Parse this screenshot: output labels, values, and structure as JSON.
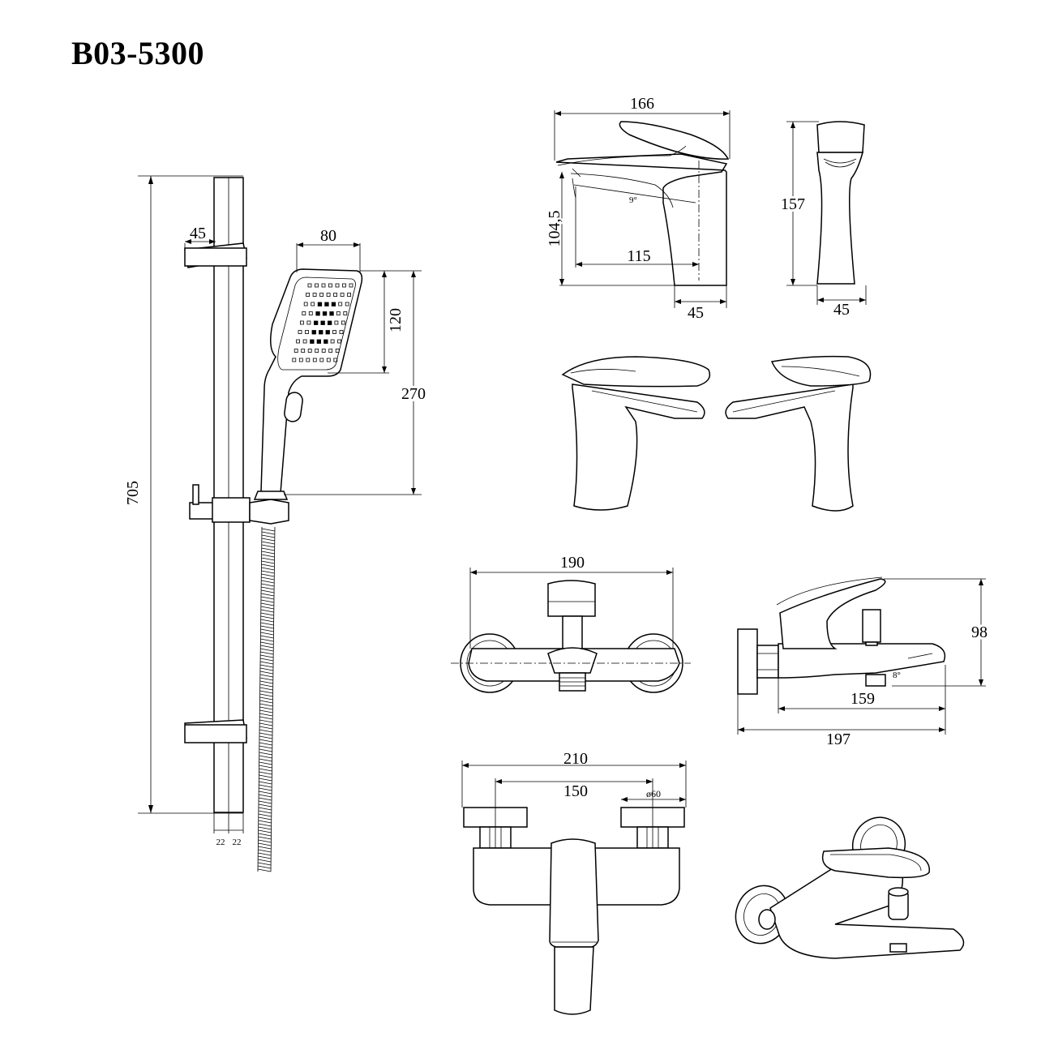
{
  "title": "B03-5300",
  "colors": {
    "line": "#000000",
    "background": "#ffffff"
  },
  "shower_set": {
    "height": "705",
    "bracket_depth": "45",
    "head_width": "80",
    "head_face": "120",
    "head_length": "270",
    "rail_left": "22",
    "rail_right": "22"
  },
  "basin_mixer": {
    "length": "166",
    "height": "104,5",
    "angle": "9°",
    "spout_reach": "115",
    "base": "45",
    "side_height": "157",
    "side_base": "45"
  },
  "bath_mixer": {
    "front_width": "190",
    "side_height": "98",
    "side_angle": "8°",
    "side_spout": "159",
    "side_total": "197",
    "top_width": "210",
    "top_centers": "150",
    "flange_diameter": "ø60"
  }
}
